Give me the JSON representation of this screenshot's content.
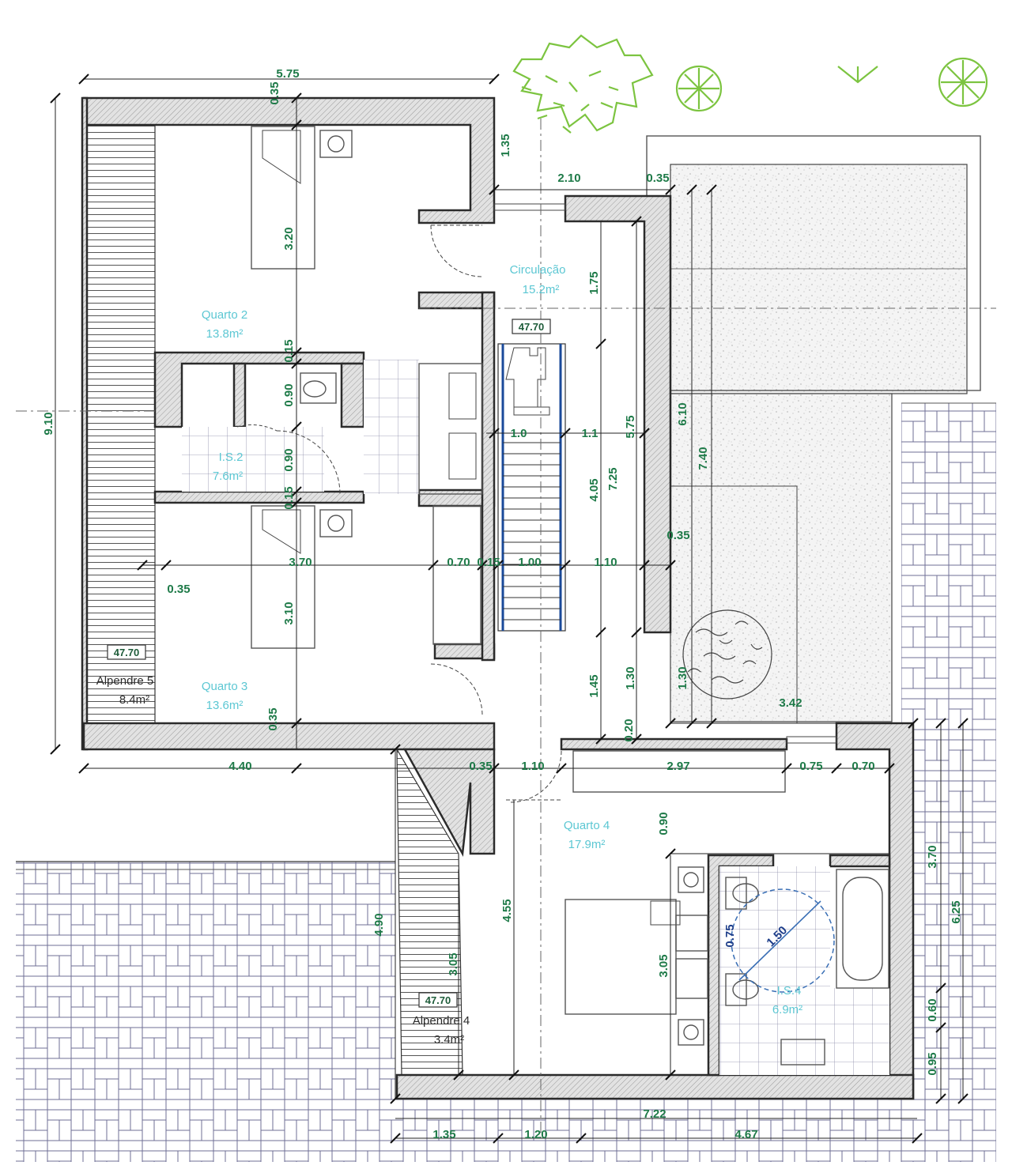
{
  "rooms": {
    "quarto2": {
      "name": "Quarto 2",
      "area": "13.8m²"
    },
    "quarto3": {
      "name": "Quarto 3",
      "area": "13.6m²"
    },
    "quarto4": {
      "name": "Quarto 4",
      "area": "17.9m²"
    },
    "circulacao": {
      "name": "Circulação",
      "area": "15.2m²"
    },
    "is2": {
      "name": "I.S.2",
      "area": "7.6m²"
    },
    "is4": {
      "name": "I.S.4",
      "area": "6.9m²"
    },
    "alpendre5": {
      "name": "Alpendre 5",
      "area": "8.4m²"
    },
    "alpendre4": {
      "name": "Alpendre 4",
      "area": "3.4m²"
    }
  },
  "levels": {
    "circulacao": "47.70",
    "alpendre5": "47.70",
    "alpendre4": "47.70"
  },
  "dimensions": {
    "d575": "5.75",
    "d035_top": "0.35",
    "d135": "1.35",
    "d210": "2.10",
    "d035_right": "0.35",
    "d320": "3.20",
    "d175": "1.75",
    "d015_a": "0.15",
    "d090_a": "0.90",
    "d090_b": "0.90",
    "d015_b": "0.15",
    "d910": "9.10",
    "d10": "1.0",
    "d11": "1.1",
    "d575_v": "5.75",
    "d610": "6.10",
    "d740": "7.40",
    "d725": "7.25",
    "d405": "4.05",
    "d035_mid": "0.35",
    "d370": "3.70",
    "d070": "0.70",
    "d015_c": "0.15",
    "d100": "1.00",
    "d110": "1.10",
    "d035_left": "0.35",
    "d310": "3.10",
    "d145": "1.45",
    "d130_a": "1.30",
    "d130_b": "1.30",
    "d342": "3.42",
    "d020": "0.20",
    "d035_bot": "0.35",
    "d440": "4.40",
    "d035_b2": "0.35",
    "d110_b": "1.10",
    "d297": "2.97",
    "d075": "0.75",
    "d070_b": "0.70",
    "d090_c": "0.90",
    "d370_v": "3.70",
    "d625": "6.25",
    "d490": "4.90",
    "d455": "4.55",
    "d305_a": "3.05",
    "d305_b": "3.05",
    "d075_v": "0.75",
    "d150": "1.50",
    "d060": "0.60",
    "d095": "0.95",
    "d722": "7.22",
    "d135_b": "1.35",
    "d120": "1.20",
    "d467": "4.67"
  }
}
